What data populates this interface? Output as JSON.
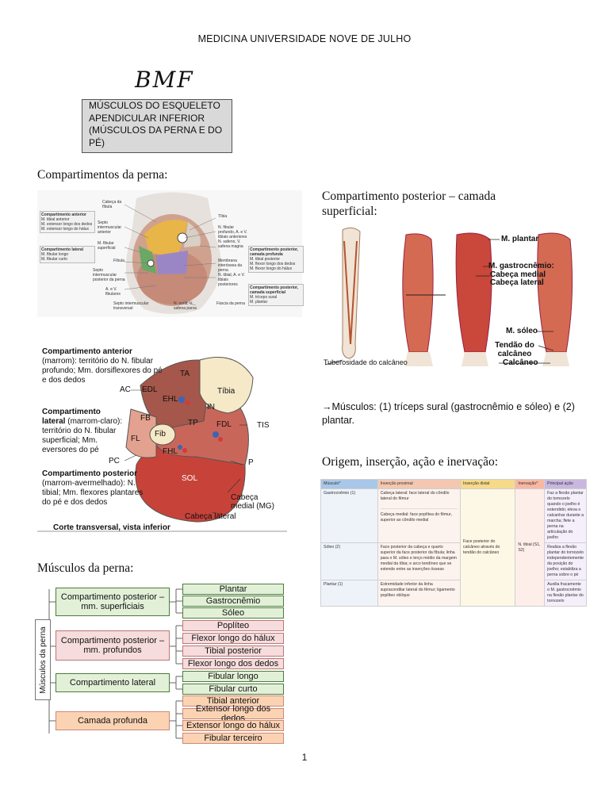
{
  "header": "MEDICINA UNIVERSIDADE NOVE DE JULHO",
  "logo": "BMF",
  "title_box": "MÚSCULOS DO ESQUELETO APENDICULAR INFERIOR (MÚSCULOS DA PERNA E DO PÉ)",
  "sections": {
    "compartimentos": "Compartimentos da perna:",
    "posterior": "Compartimento posterior – camada superficial:",
    "origem": "Origem, inserção, ação e inervação:",
    "musculos": "Músculos da perna:"
  },
  "paragraph_musculos": "→Músculos: (1) tríceps sural (gastrocnêmio e sóleo) e (2) plantar.",
  "fig1": {
    "boxes": [
      {
        "title": "Compartimento anterior",
        "items": [
          "M. tibial anterior",
          "M. extensor longo dos dedos",
          "M. extensor longo do hálux"
        ]
      },
      {
        "title": "Compartimento lateral",
        "items": [
          "M. fibular longo",
          "M. fibular curto"
        ]
      },
      {
        "title": "Compartimento posterior, camada profunda",
        "items": [
          "M. tibial posterior",
          "M. flexor longo dos dedos",
          "M. flexor longo do hálux"
        ]
      },
      {
        "title": "Compartimento posterior, camada superficial",
        "items": [
          "M. tríceps sural",
          "M. plantar"
        ]
      }
    ],
    "labels_left": [
      "Cabeça da fíbula",
      "Septo intermuscular anterior",
      "M. fibular superficial",
      "Fíbula",
      "Septo intermuscular posterior da perna",
      "A. e V. fibulares",
      "Septo intermuscular transversal"
    ],
    "labels_right": [
      "Tíbia",
      "N. fibular profundo, A. e V. tibiais anteriores",
      "N. safeno, V. safena magna",
      "Membrana interóssea da perna",
      "N. tibial, A. e V. tibiais posteriores",
      "N. sural, V. safena parva",
      "Fáscia da perna"
    ]
  },
  "fig2": {
    "left_texts": [
      {
        "bold": "Compartimento anterior",
        "rest": " (marrom): território do N. fibular profundo; Mm. dorsiflexores do pé e dos dedos"
      },
      {
        "bold": "Compartimento lateral",
        "rest": " (marrom-claro): território do N. fibular superficial; Mm. eversores do pé"
      },
      {
        "bold": "Compartimento posterior",
        "rest": " (marrom-avermelhado): N. tibial; Mm. flexores plantares do pé e dos dedos"
      }
    ],
    "labels": [
      "TA",
      "EDL",
      "EHL",
      "Tíbia",
      "IN",
      "TP",
      "FDL",
      "TIS",
      "FB",
      "FL",
      "Fib",
      "FHL",
      "AC",
      "PC",
      "P",
      "SOL",
      "Cabeça medial (MG)",
      "Cabeça lateral"
    ],
    "caption": "Corte transversal, vista inferior"
  },
  "fig3": {
    "labels": [
      "M. plantar",
      "M. gastrocnêmio:",
      "Cabeça medial",
      "Cabeça lateral",
      "M. sóleo",
      "Tendão do calcâneo",
      "Calcâneo",
      "Tuberosidade do calcâneo"
    ]
  },
  "table": {
    "headers": [
      "Músculo*",
      "Inserção proximal",
      "Inserção distal",
      "Inervação*",
      "Principal ação"
    ],
    "header_colors": [
      "#a9c7e8",
      "#f4c7b1",
      "#f7d98a",
      "#f7b7a3",
      "#c9b7e0"
    ],
    "rows": [
      {
        "muscle": "Gastrocnêmio (1)",
        "proximal": [
          "Cabeça lateral: face lateral do côndilo lateral do fêmur",
          "Cabeça medial: face poplítea do fêmur, superior ao côndilo medial"
        ],
        "action": "Faz a flexão plantar do tornozelo quando o joelho é estendido; eleva o calcanhar durante a marcha; flete a perna na articulação do joelho"
      },
      {
        "muscle": "Sóleo (2)",
        "proximal": [
          "Face posterior da cabeça e quarto superior da face posterior da fíbula; linha para o M. sóleo e terço médio da margem medial da tíbia; e arco tendíneo que se estende entre as inserções ósseas"
        ],
        "action": "Realiza a flexão plantar do tornozelo independentemente da posição do joelho; estabiliza a perna sobre o pé"
      },
      {
        "muscle": "Plantar (1)",
        "proximal": [
          "Extremidade inferior da linha supracondilar lateral do fêmur; ligamento poplíteo oblíquo"
        ],
        "action": "Auxilia fracamente o M. gastrocnêmio na flexão plantar do tornozelo"
      }
    ],
    "distal_merged": "Face posterior do calcâneo através do tendão do calcâneo",
    "innervation_merged": "N. tibial (S1, S2)"
  },
  "tree": {
    "root": "Músculos da perna",
    "groups": [
      {
        "label": "Compartimento posterior – mm. superficiais",
        "color": "#e3f0d8",
        "items": [
          "Plantar",
          "Gastrocnêmio",
          "Sóleo"
        ],
        "item_color": "#e3f0d8"
      },
      {
        "label": "Compartimento posterior – mm. profundos",
        "color": "#f6dcdc",
        "items": [
          "Poplíteo",
          "Flexor longo do hálux",
          "Tibial posterior",
          "Flexor longo dos dedos"
        ],
        "item_color": "#f6dcdc"
      },
      {
        "label": "Compartimento lateral",
        "color": "#e3f0d8",
        "items": [
          "Fibular longo",
          "Fibular curto"
        ],
        "item_color": "#e3f0d8"
      },
      {
        "label": "Camada profunda",
        "color": "#fbd3b3",
        "items": [
          "Tibial anterior",
          "Extensor longo dos dedos",
          "Extensor longo do hálux",
          "Fibular terceiro"
        ],
        "item_color": "#fbd3b3"
      }
    ]
  },
  "page_number": "1"
}
